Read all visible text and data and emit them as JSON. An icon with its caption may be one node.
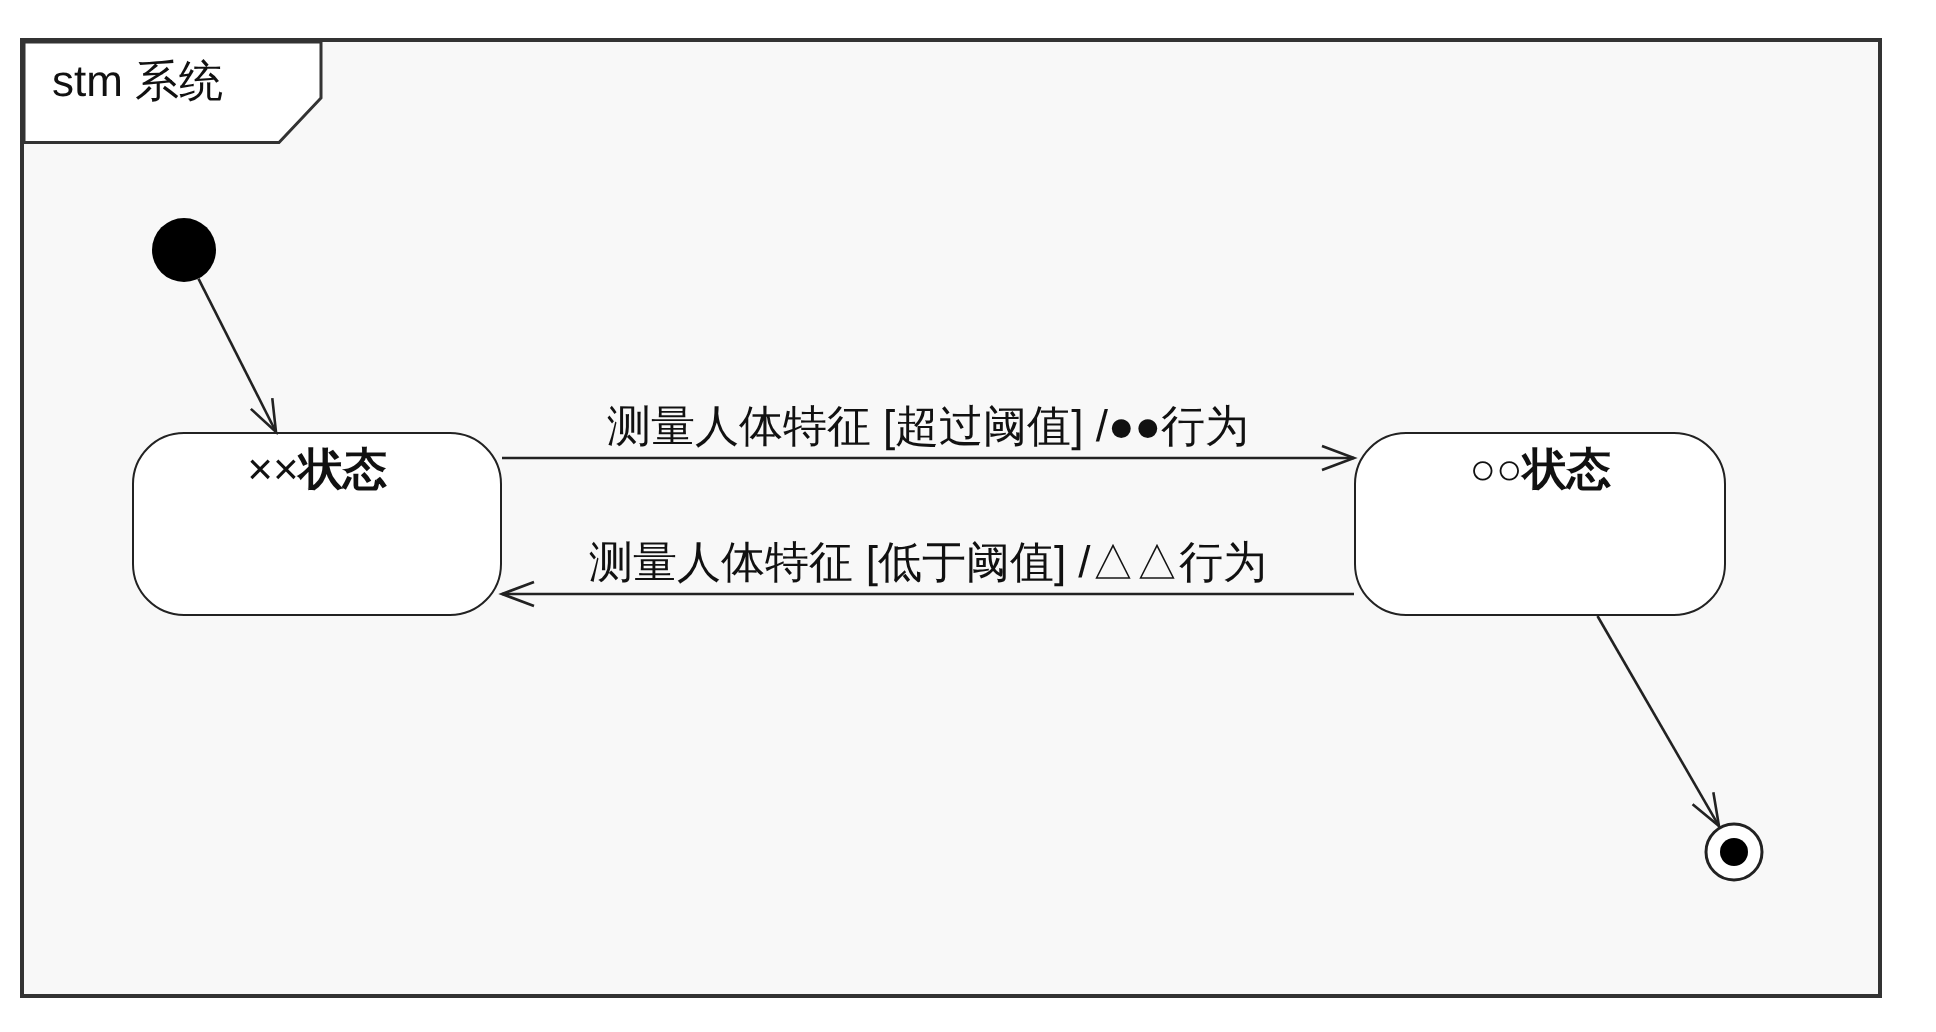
{
  "diagram": {
    "nodes": [
      {
        "text": [
          "stm 系统"
        ]
      },
      {
        "text": [],
        "shape": "circle",
        "in": 0
      },
      {
        "text": [
          "××**状态**"
        ],
        "in": 0
      },
      {
        "text": [
          "○○**状态**"
        ],
        "in": 0
      },
      {
        "text": [],
        "shape": "bullseye",
        "in": 0
      }
    ],
    "edges": [
      {
        "from": 1,
        "to": 2,
        "arrow": "to"
      },
      {
        "from": 2,
        "to": 3,
        "arrow": "to",
        "label": "测量人体特征 [超过阈值] /●●行为"
      },
      {
        "from": 3,
        "to": 2,
        "arrow": "to",
        "label": "测量人体特征 [低于阈值] /△△行为"
      },
      {
        "from": 3,
        "to": 4,
        "arrow": "to"
      }
    ]
  }
}
